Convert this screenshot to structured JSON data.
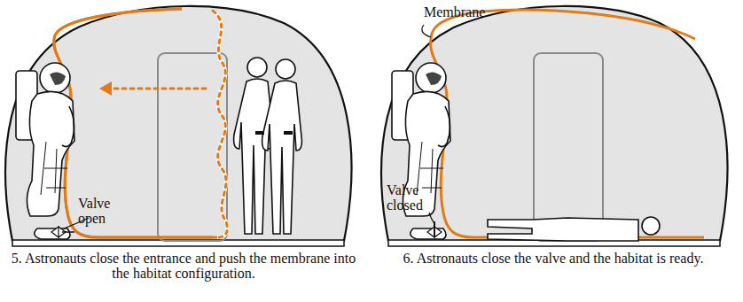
{
  "diagram": {
    "labels": [
      "Valve open",
      "5. Astronauts close the entrance and push the membrane into the habitat configuration.",
      "Membrane",
      "Valve closed",
      "6. Astronauts close the valve and the habitat is ready."
    ]
  }
}
